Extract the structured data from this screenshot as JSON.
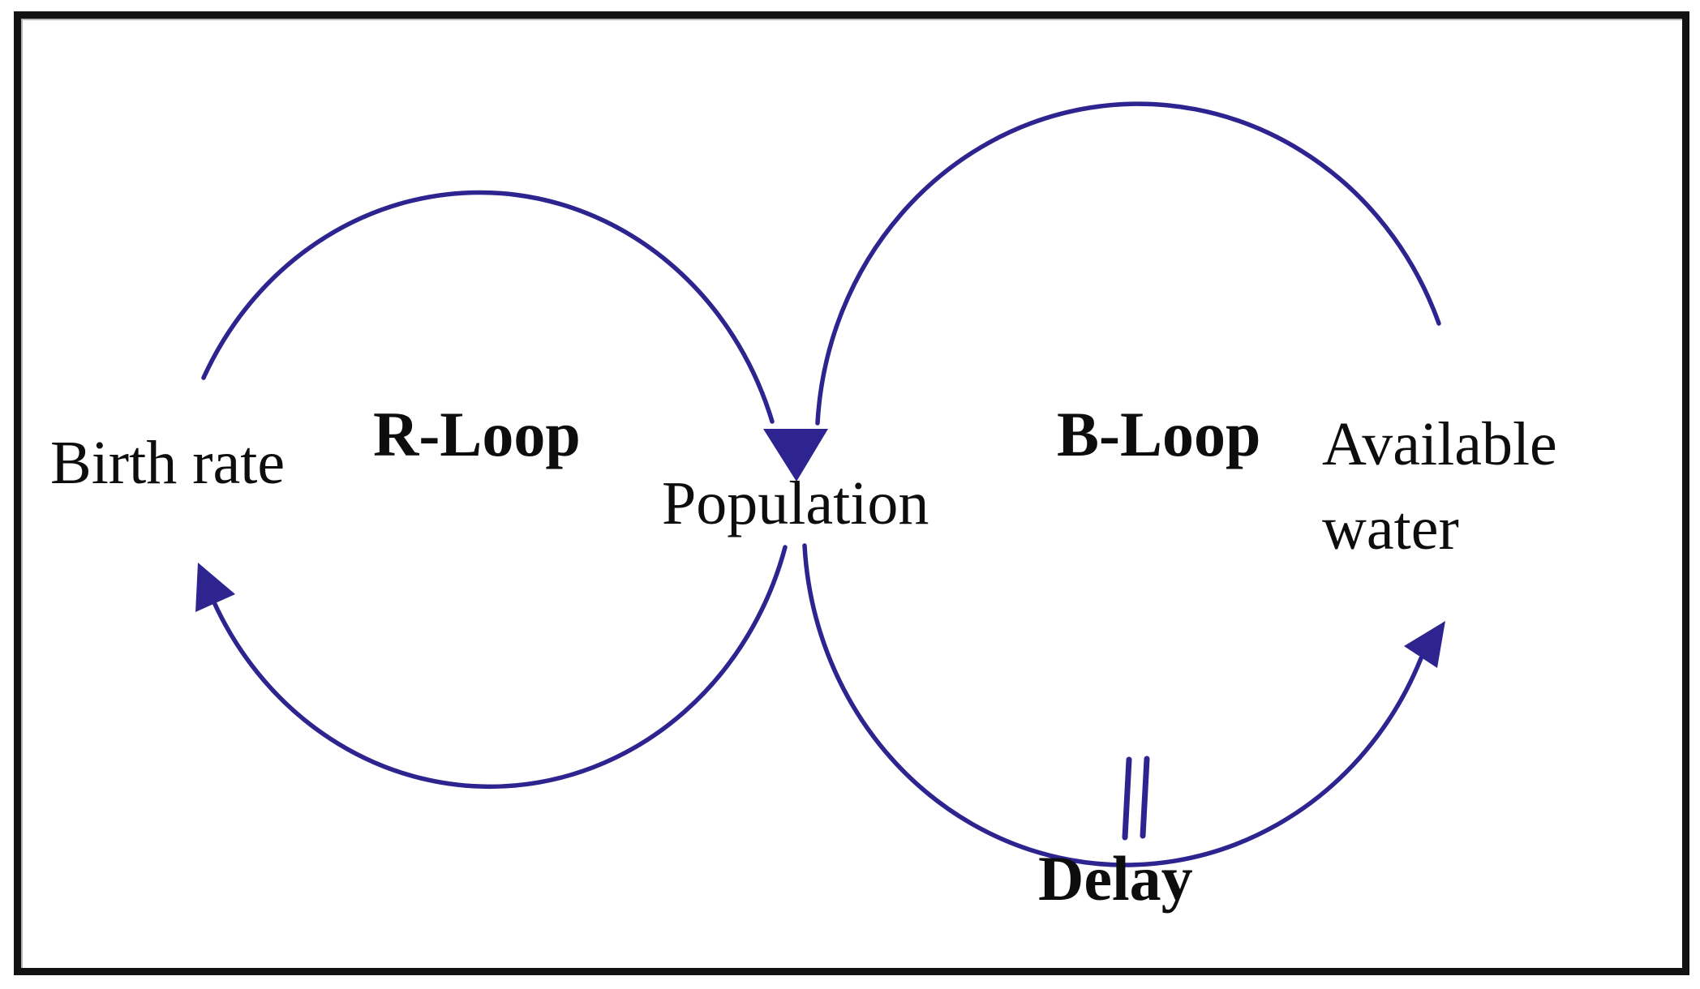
{
  "figure": {
    "kind": "causal-loop-diagram"
  },
  "nodes": {
    "birth_rate": {
      "label": "Birth rate"
    },
    "population": {
      "label": "Population"
    },
    "available_water": {
      "label": "Available\nwater"
    }
  },
  "loop_labels": {
    "r_loop": {
      "label": "R-Loop"
    },
    "b_loop": {
      "label": "B-Loop"
    }
  },
  "annotations": {
    "delay": {
      "label": "Delay"
    }
  },
  "edges": [
    {
      "from": "Birth rate",
      "to": "Population",
      "delay": false
    },
    {
      "from": "Population",
      "to": "Birth rate",
      "delay": false
    },
    {
      "from": "Available water",
      "to": "Population",
      "delay": false
    },
    {
      "from": "Population",
      "to": "Available water",
      "delay": true
    }
  ],
  "theme": {
    "arrow_color": "#2d2490",
    "text_color": "#0d0d0d",
    "border_color": "#121212",
    "background_color": "#ffffff"
  }
}
